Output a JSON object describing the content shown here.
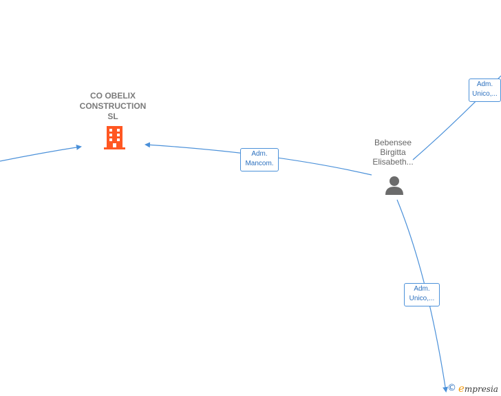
{
  "nodes": {
    "company": {
      "name_lines": [
        "CO OBELIX",
        "CONSTRUCTION",
        "SL"
      ],
      "icon": "building-icon",
      "color": "#ff5722"
    },
    "person": {
      "name_lines": [
        "Bebensee",
        "Birgitta",
        "Elisabeth..."
      ],
      "icon": "person-icon",
      "color": "#6b6b6b"
    }
  },
  "edges": [
    {
      "id": "mancom",
      "label_lines": [
        "Adm.",
        "Mancom."
      ]
    },
    {
      "id": "unico-top",
      "label_lines": [
        "Adm.",
        "Unico,..."
      ]
    },
    {
      "id": "unico-bottom",
      "label_lines": [
        "Adm.",
        "Unico,..."
      ]
    }
  ],
  "colors": {
    "edge": "#4a90d9",
    "label_text": "#2a6fbe"
  },
  "watermark": {
    "symbol": "©",
    "brand_initial": "e",
    "brand_rest": "mpresia"
  }
}
